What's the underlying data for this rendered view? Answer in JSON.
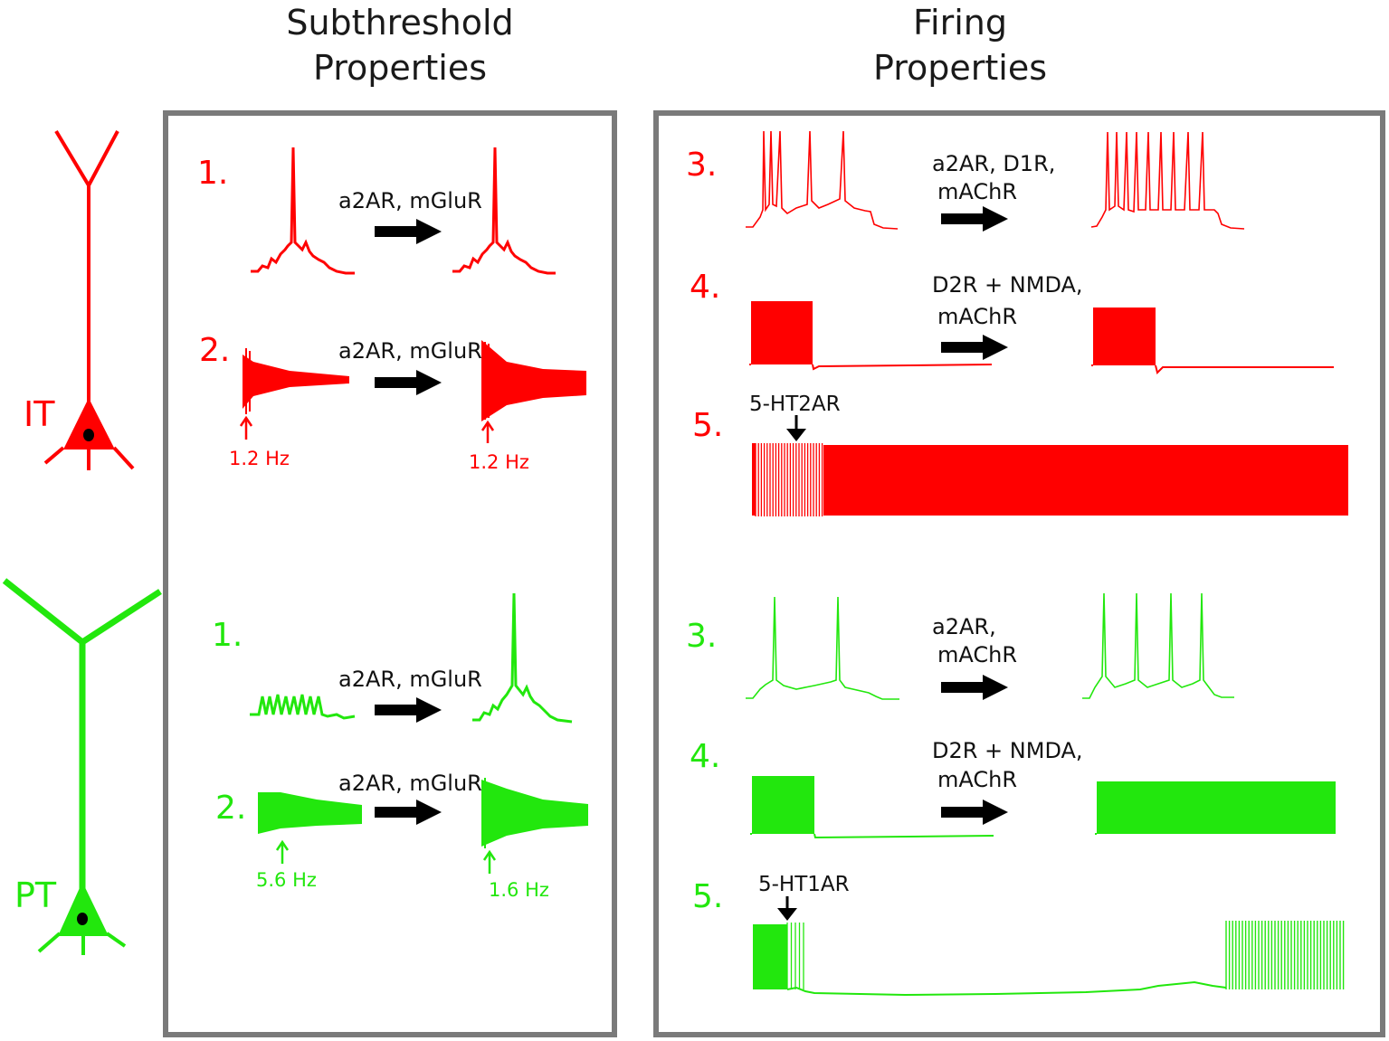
{
  "colors": {
    "it": "#ff0000",
    "pt": "#22e70d",
    "border": "#7a7a7a",
    "text": "#111111"
  },
  "headers": {
    "subthreshold": [
      "Subthreshold",
      "Properties"
    ],
    "firing": [
      "Firing",
      "Properties"
    ]
  },
  "cells": {
    "it": "IT",
    "pt": "PT"
  },
  "subthreshold": {
    "it_rows": [
      {
        "number": "1.",
        "modulators": "a2AR, mGluR"
      },
      {
        "number": "2.",
        "modulators": "a2AR, mGluR",
        "freq_before": "1.2 Hz",
        "freq_after": "1.2 Hz"
      }
    ],
    "pt_rows": [
      {
        "number": "1.",
        "modulators": "a2AR, mGluR"
      },
      {
        "number": "2.",
        "modulators": "a2AR, mGluR",
        "freq_before": "5.6 Hz",
        "freq_after": "1.6 Hz"
      }
    ]
  },
  "firing": {
    "it_rows": [
      {
        "number": "3.",
        "modulators": [
          "a2AR, D1R,",
          "mAChR"
        ]
      },
      {
        "number": "4.",
        "modulators": [
          "D2R + NMDA,",
          "mAChR"
        ]
      },
      {
        "number": "5.",
        "modulators": [
          "5-HT2AR"
        ]
      }
    ],
    "pt_rows": [
      {
        "number": "3.",
        "modulators": [
          "a2AR,",
          "mAChR"
        ]
      },
      {
        "number": "4.",
        "modulators": [
          "D2R + NMDA,",
          "mAChR"
        ]
      },
      {
        "number": "5.",
        "modulators": [
          "5-HT1AR"
        ]
      }
    ]
  },
  "icons": [
    "effect-arrow-icon",
    "drug-application-arrow-icon",
    "stimulus-arrow-icon",
    "pyramidal-neuron-icon"
  ]
}
